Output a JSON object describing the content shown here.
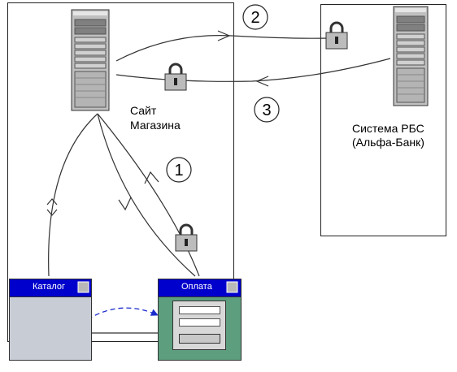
{
  "shop": {
    "label_line1": "Сайт",
    "label_line2": "Магазина"
  },
  "bank": {
    "label_line1": "Система РБС",
    "label_line2": "(Альфа-Банк)"
  },
  "steps": [
    "1",
    "2",
    "3"
  ],
  "windows": {
    "catalog_title": "Каталог",
    "payment_title": "Оплата"
  },
  "colors": {
    "title_bar": "#0000cc",
    "catalog_body": "#c8ccd4",
    "payment_body": "#5c9e7e",
    "server_body": "#c0c0c0",
    "arrow_dashed": "#1a2ccc"
  },
  "icons": [
    "server-icon",
    "padlock-icon"
  ]
}
